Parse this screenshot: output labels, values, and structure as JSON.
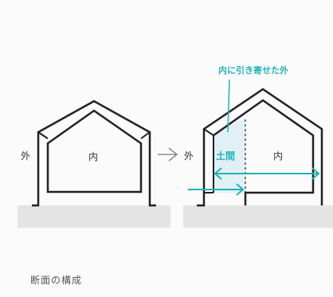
{
  "colors": {
    "background": "#fbfbfb",
    "ground": "#e4e4e4",
    "outline": "#222222",
    "accent": "#1fb3b5",
    "accent_fill": "#dff1f5",
    "text": "#333333"
  },
  "left_diagram": {
    "outside_label": "外",
    "inside_label": "内"
  },
  "arrow_icon": "right-arrow",
  "right_diagram": {
    "outside_label": "外",
    "doma_label": "土間",
    "inside_label": "内",
    "callout_label": "内に引き寄せた外"
  },
  "caption": "断面の構成"
}
